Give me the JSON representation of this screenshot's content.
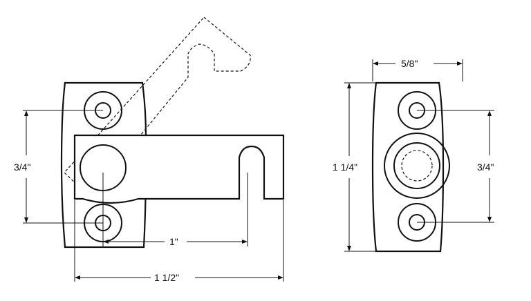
{
  "figure": {
    "dimensions": {
      "left_height": "3/4\"",
      "hook_reach": "1\"",
      "overall_length": "1 1/2\"",
      "keeper_width": "5/8\"",
      "keeper_height": "1 1/4\"",
      "keeper_hole_spacing": "3/4\""
    }
  }
}
